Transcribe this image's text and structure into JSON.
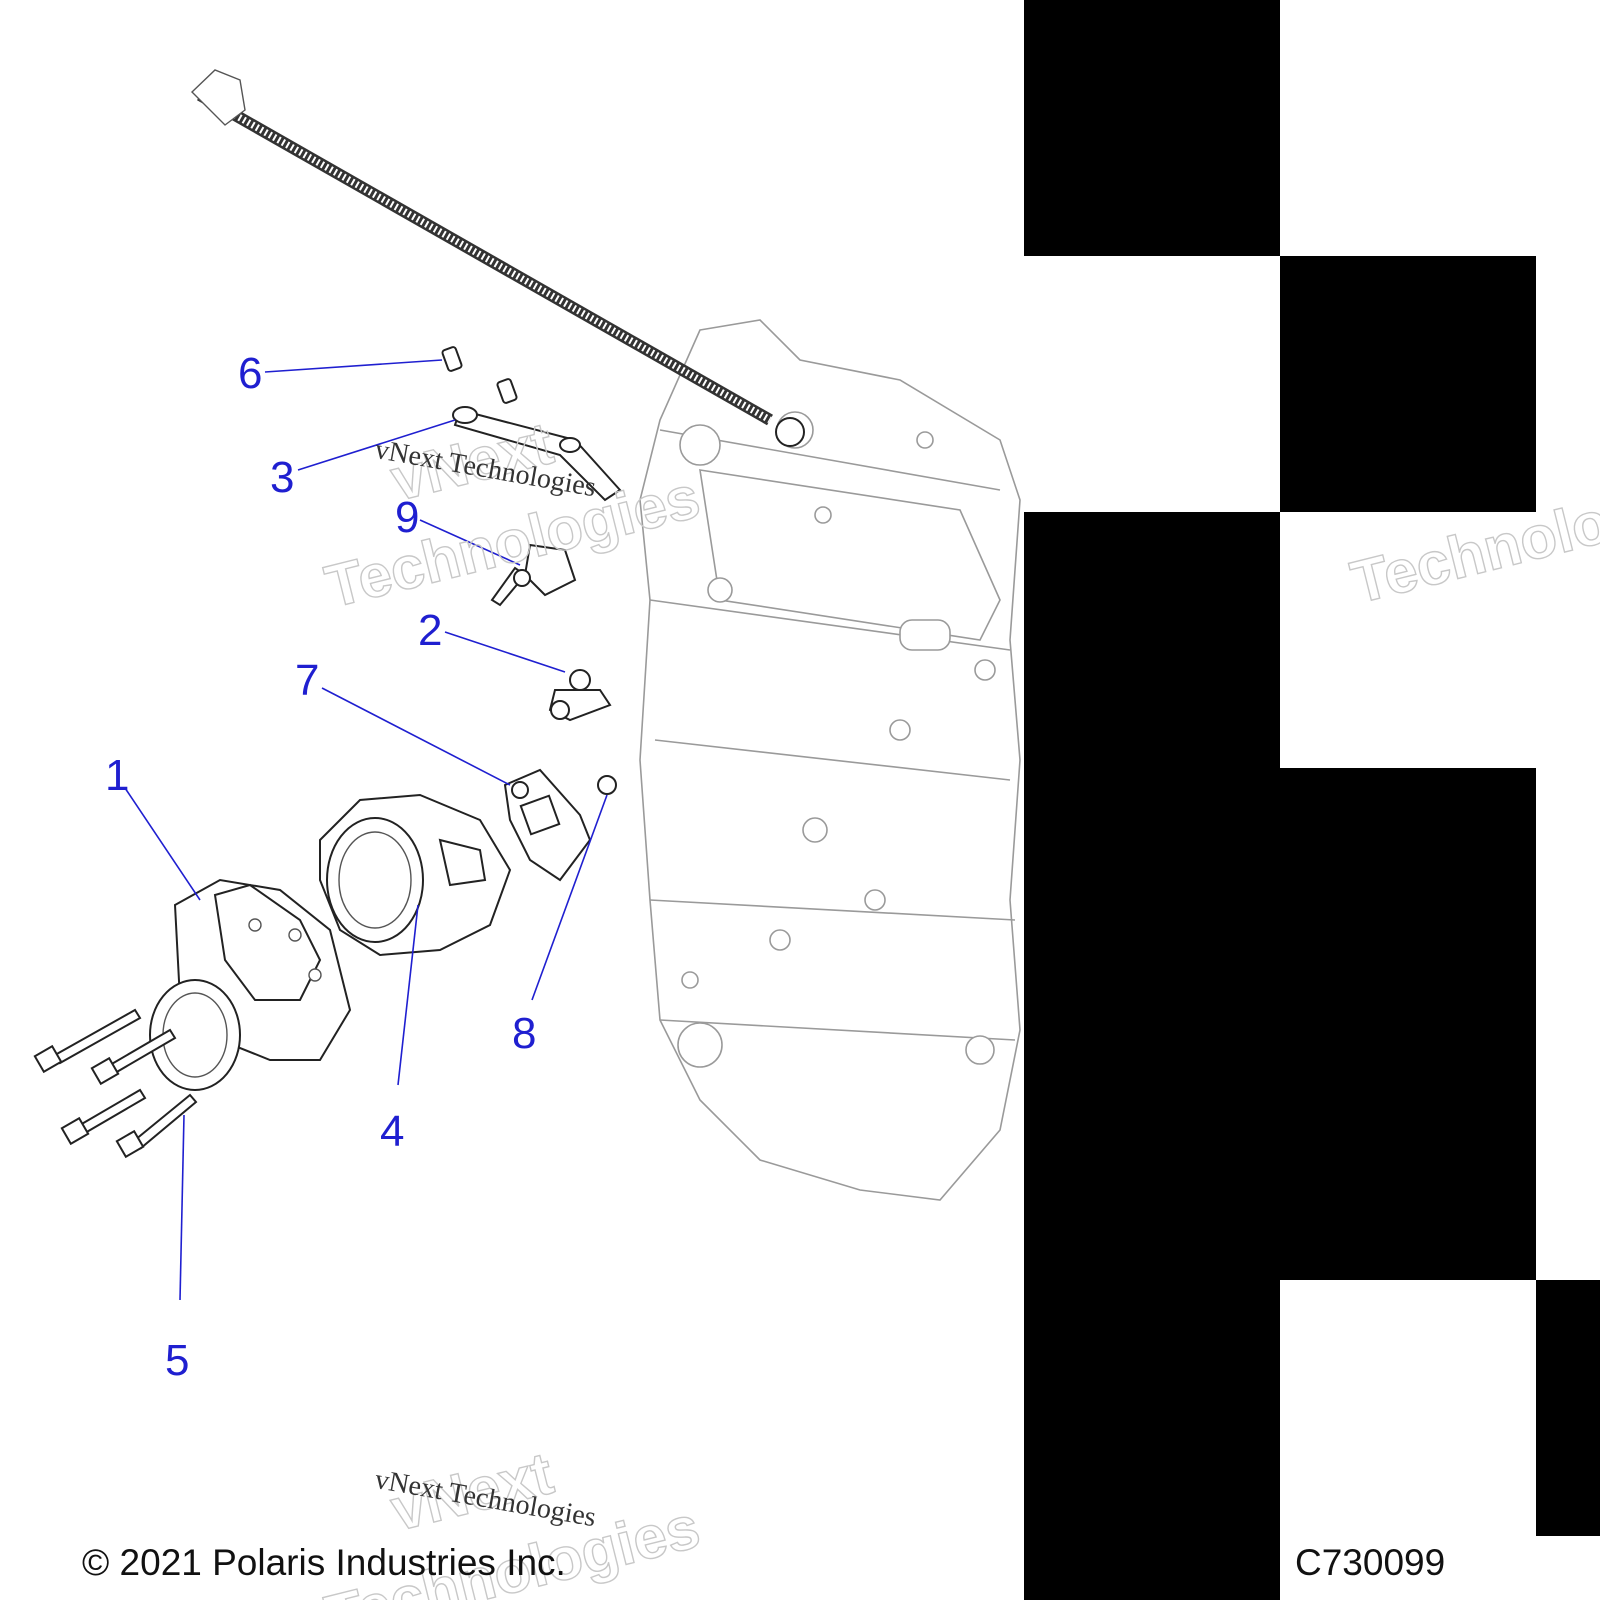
{
  "diagram": {
    "callouts": [
      {
        "id": "1",
        "label": "1"
      },
      {
        "id": "2",
        "label": "2"
      },
      {
        "id": "3",
        "label": "3"
      },
      {
        "id": "4",
        "label": "4"
      },
      {
        "id": "5",
        "label": "5"
      },
      {
        "id": "6",
        "label": "6"
      },
      {
        "id": "7",
        "label": "7"
      },
      {
        "id": "8",
        "label": "8"
      },
      {
        "id": "9",
        "label": "9"
      }
    ],
    "label_color": "#1f1fd0"
  },
  "footer": {
    "copyright": "© 2021 Polaris Industries Inc.",
    "diagram_code": "C730099"
  },
  "watermark": {
    "brand_line": "vNext Technologies",
    "word1": "vNext",
    "word2": "Technologies"
  }
}
